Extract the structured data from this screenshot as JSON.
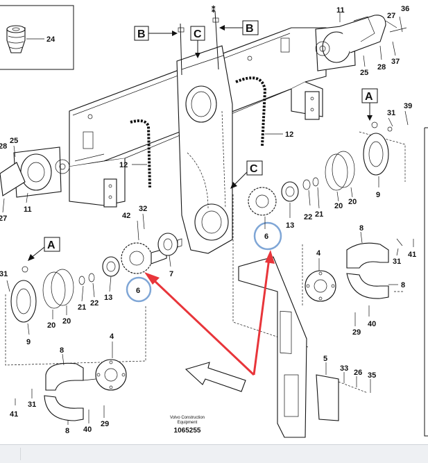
{
  "diagram": {
    "caption": {
      "line1": "Volvo Construction",
      "line2": "Equipment",
      "number": "1065255"
    },
    "ref_letters": {
      "a_left": "A",
      "a_right": "A",
      "b_left": "B",
      "b_right": "B",
      "c_top": "C",
      "c_mid": "C"
    },
    "labels": {
      "p24": "24",
      "p11_top": "11",
      "p27_top": "27",
      "p36": "36",
      "p25_top": "25",
      "p28_top": "28",
      "p37": "37",
      "p28_left": "28",
      "p25_left": "25",
      "p11_left": "11",
      "p27_left": "27",
      "p12_left": "12",
      "p12_right": "12",
      "p31_right": "31",
      "p39": "39",
      "p9_right": "9",
      "p20a_right": "20",
      "p20b_right": "20",
      "p22_right": "22",
      "p21_right": "21",
      "p13_right": "13",
      "p6_right": "6",
      "p42": "42",
      "p32": "32",
      "p7": "7",
      "p31_left": "31",
      "p9_left": "9",
      "p20a_left": "20",
      "p20b_left": "20",
      "p21_left": "21",
      "p22_left": "22",
      "p13_left": "13",
      "p6_left": "6",
      "p8_right": "8",
      "p41_right": "41",
      "p31_r2": "31",
      "p4_right": "4",
      "p8_r2": "8",
      "p40_right": "40",
      "p29_right": "29",
      "p5": "5",
      "p33": "33",
      "p26": "26",
      "p35": "35",
      "p8_left": "8",
      "p4_left": "4",
      "p41_left": "41",
      "p31_l2": "31",
      "p8_l2": "8",
      "p40_left": "40",
      "p29_left": "29"
    },
    "colors": {
      "highlight_circle": "#7fa6d6",
      "arrow": "#e8353a",
      "line": "#111111"
    }
  }
}
